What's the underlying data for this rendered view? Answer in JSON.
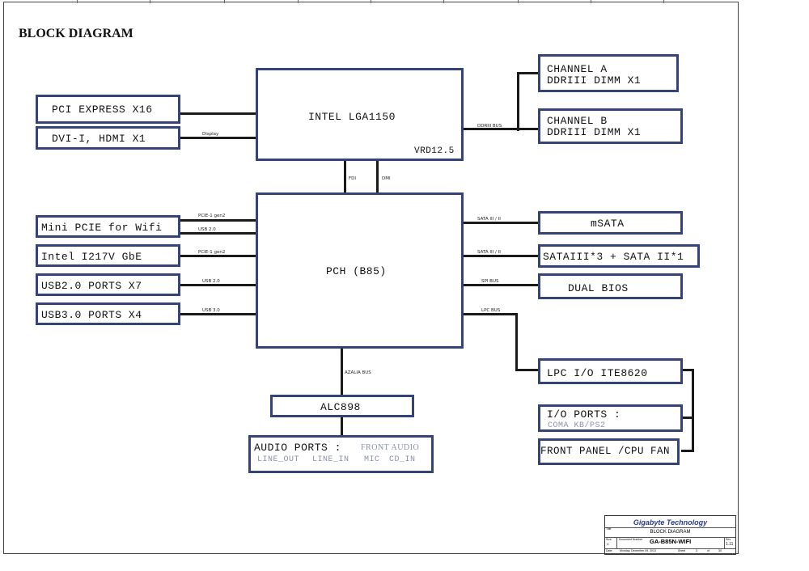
{
  "diagram": {
    "title": "BLOCK DIAGRAM",
    "cpu": {
      "name": "INTEL LGA1150",
      "sub": "VRD12.5"
    },
    "pch": {
      "name": "PCH (B85)"
    },
    "left_blocks": {
      "pcie": "PCI EXPRESS X16",
      "dvi": "DVI-I, HDMI X1",
      "minipcie": "Mini PCIE for Wifi",
      "gbe": "Intel I217V GbE",
      "usb2": "USB2.0 PORTS X7",
      "usb3": "USB3.0 PORTS X4"
    },
    "right_blocks": {
      "chan_a_1": "CHANNEL A",
      "chan_a_2": "DDRIII  DIMM X1",
      "chan_b_1": "CHANNEL B",
      "chan_b_2": "DDRIII  DIMM X1",
      "msata": "mSATA",
      "sata": "SATAIII*3 + SATA II*1",
      "bios": "DUAL BIOS",
      "lpc": "LPC I/O ITE8620",
      "io_ports": "I/O PORTS :",
      "io_sub": "COMA  KB/PS2",
      "front_panel": "FRONT PANEL /CPU FAN"
    },
    "audio": {
      "codec": "ALC898",
      "ports": "AUDIO PORTS :",
      "front": "FRONT AUDIO",
      "line_out": "LINE_OUT",
      "line_in": "LINE_IN",
      "mic": "MIC",
      "cd_in": "CD_IN"
    },
    "bus_labels": {
      "display": "Display",
      "ddr": "DDRIII BUS",
      "fdi": "FDI",
      "dmi": "DMI",
      "pcie1": "PCIE-1 gen2",
      "usb2a": "USB 2.0",
      "pcie2": "PCIE-1 gen2",
      "usb2b": "USB 2.0",
      "usb3": "USB 3.0",
      "sata1": "SATA III / II",
      "sata2": "SATA III / II",
      "spi": "SPI BUS",
      "lpc": "LPC BUS",
      "azalia": "AZALIA BUS"
    },
    "title_block": {
      "company": "Gigabyte Technology",
      "title_label": "Title",
      "title": "BLOCK DIAGRAM",
      "size_label": "Size",
      "size": "C",
      "doc_label": "Document Number",
      "doc": "GA-B85N-WIFI",
      "rev_label": "Rev",
      "rev": "1.11",
      "date_label": "Date:",
      "date": "Monday, December 09, 2013",
      "sheet_label": "Sheet",
      "sheet": "3",
      "of": "of",
      "total": "30"
    }
  }
}
